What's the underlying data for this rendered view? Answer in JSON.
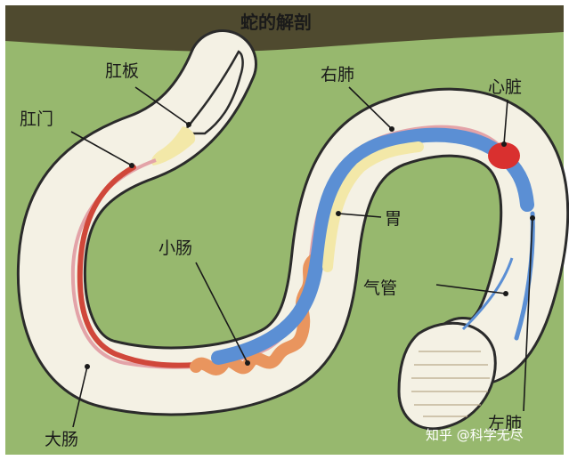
{
  "title": "蛇的解剖",
  "labels": {
    "cloacal_plate": "肛板",
    "anus": "肛门",
    "right_lung": "右肺",
    "heart": "心脏",
    "stomach": "胃",
    "small_intestine": "小肠",
    "trachea": "气管",
    "large_intestine": "大肠",
    "left_lung": "左肺"
  },
  "watermark": "知乎 @科学无尽",
  "colors": {
    "background": "#97b86e",
    "ground": "#4f4a2f",
    "body_outline": "#2b2b2b",
    "body_fill": "#f4f1e4",
    "lung_blue": "#5b8fd4",
    "intestine_orange": "#e9955e",
    "large_intestine_red": "#d0473a",
    "heart_red": "#d9302f",
    "stomach_yellow": "#f3e8a8",
    "vessel_pink": "#e3a3a8"
  }
}
